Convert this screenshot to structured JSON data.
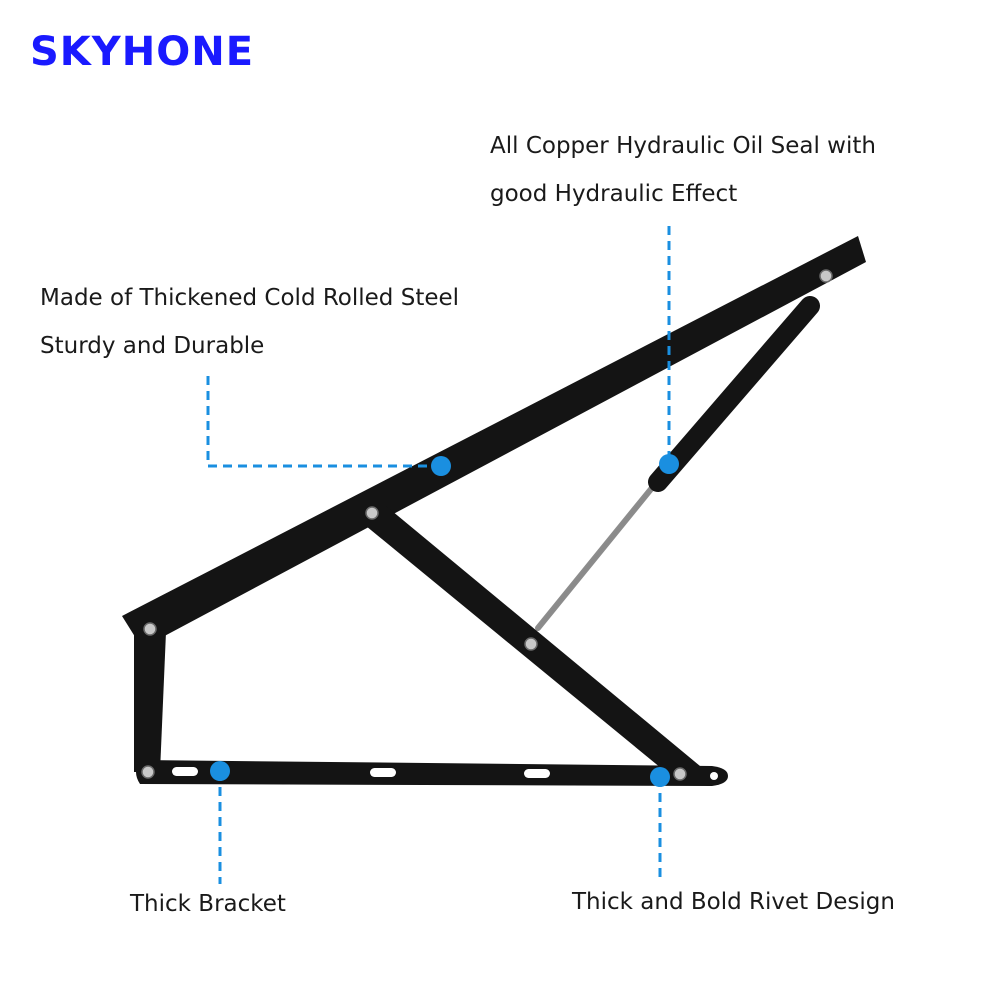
{
  "brand": {
    "text": "SKYHONE",
    "color": "#1a1aff"
  },
  "callouts": {
    "copper_seal": {
      "line1": "All Copper Hydraulic Oil Seal with",
      "line2": "good Hydraulic Effect"
    },
    "steel": {
      "line1": "Made of Thickened Cold Rolled Steel",
      "line2": "Sturdy and Durable"
    },
    "bracket": {
      "line1": "Thick Bracket"
    },
    "rivet": {
      "line1": "Thick and Bold Rivet Design"
    }
  },
  "colors": {
    "accent": "#1a8fe0",
    "metal": "#141414"
  }
}
